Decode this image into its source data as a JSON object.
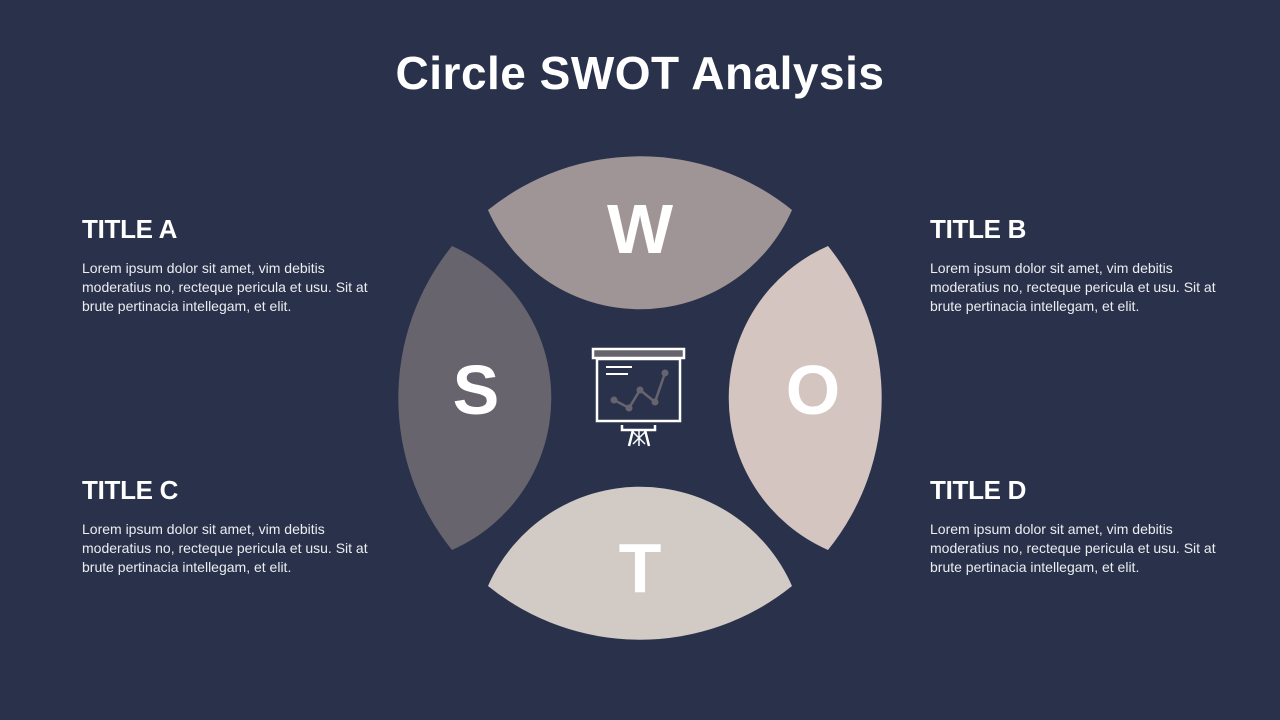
{
  "slide": {
    "title": "Circle SWOT Analysis",
    "background": "#2a324b"
  },
  "blocks": [
    {
      "id": "a",
      "title": "TITLE A",
      "body": "Lorem ipsum dolor sit amet, vim debitis moderatius no, recteque pericula et usu. Sit at brute pertinacia intellegam, et elit."
    },
    {
      "id": "b",
      "title": "TITLE B",
      "body": "Lorem ipsum dolor sit amet, vim debitis moderatius no, recteque pericula et usu. Sit at brute pertinacia intellegam, et elit."
    },
    {
      "id": "c",
      "title": "TITLE C",
      "body": "Lorem ipsum dolor sit amet, vim debitis moderatius no, recteque pericula et usu. Sit at brute pertinacia intellegam, et elit."
    },
    {
      "id": "d",
      "title": "TITLE D",
      "body": "Lorem ipsum dolor sit amet, vim debitis moderatius no, recteque pericula et usu. Sit at brute pertinacia intellegam, et elit."
    }
  ],
  "swot": {
    "s": {
      "letter": "S",
      "color": "#67646e"
    },
    "w": {
      "letter": "W",
      "color": "#a09596"
    },
    "o": {
      "letter": "O",
      "color": "#d4c5c1"
    },
    "t": {
      "letter": "T",
      "color": "#d2cbc5"
    }
  },
  "center_icon": "presentation-board-chart-icon"
}
